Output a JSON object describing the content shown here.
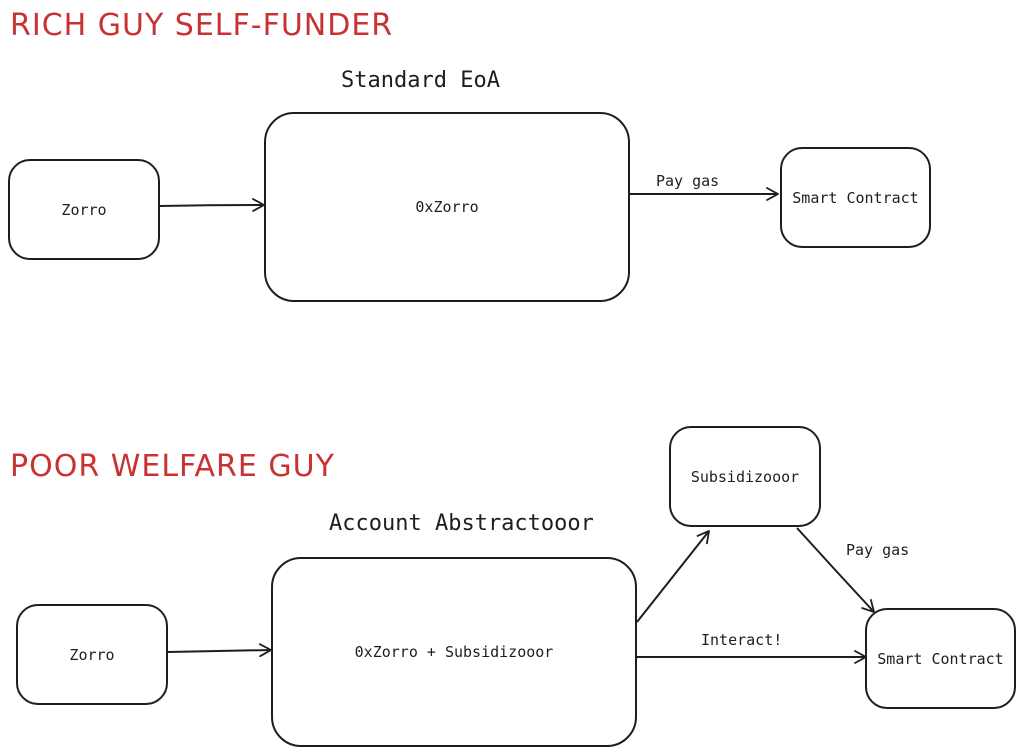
{
  "colors": {
    "heading": "#c93232",
    "stroke": "#1e1e1e",
    "background": "#ffffff"
  },
  "sections": {
    "rich": {
      "heading": "RICH GUY SELF-FUNDER",
      "caption": "Standard EoA",
      "user_box": "Zorro",
      "account_box": "0xZorro",
      "contract_box": "Smart Contract",
      "edge_pay_gas": "Pay gas"
    },
    "poor": {
      "heading": "POOR WELFARE GUY",
      "caption": "Account Abstractooor",
      "user_box": "Zorro",
      "account_box": "0xZorro + Subsidizooor",
      "subsidizer_box": "Subsidizooor",
      "contract_box": "Smart Contract",
      "edge_pay_gas": "Pay gas",
      "edge_interact": "Interact!"
    }
  }
}
